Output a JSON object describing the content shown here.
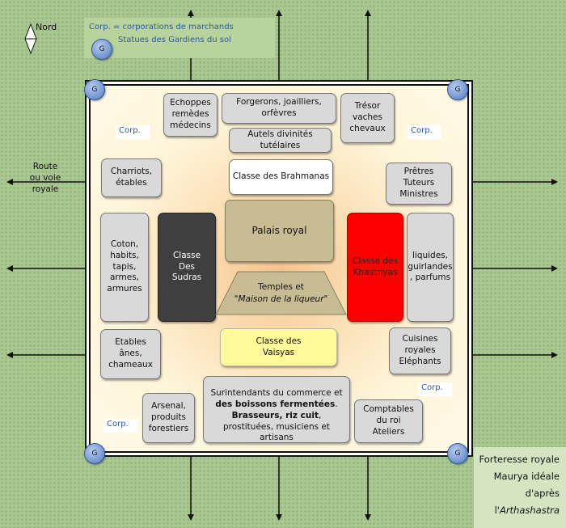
{
  "colors": {
    "background": "#a9c790",
    "fortress_fill": "#fff5da",
    "box_gray": "#d9d9d9",
    "sudras": "#3f3f3f",
    "khastriyas": "#ff0000",
    "palace": "#c8bc94",
    "vaisyas": "#fff99a",
    "guardian": "#6f92cf",
    "corp_text": "#2d5aa0"
  },
  "compass": {
    "label": "Nord",
    "icon": "north-arrow-icon"
  },
  "legend": {
    "corp_text": "Corp. = corporations de marchands",
    "guardian_badge": "G",
    "guardian_text": "Statues des Gardiens du sol"
  },
  "road_label": "Route\nou voie\nroyale",
  "guardians": [
    "G",
    "G",
    "G",
    "G"
  ],
  "corp_labels": [
    "Corp.",
    "Corp.",
    "Corp.",
    "Corp."
  ],
  "boxes": {
    "echoppes": "Echoppes\nremèdes\nmédecins",
    "forgerons": "Forgerons, joailliers,\norfèvres",
    "tresor": "Trésor\nvaches\nchevaux",
    "autels": "Autels divinités\ntutélaires",
    "charriots": "Charriots,\nétables",
    "brahmanas": "Classe des Brahmanas",
    "pretres": "Prêtres\nTuteurs\nMinistres",
    "coton": "Coton,\nhabits,\ntapis,\narmes,\narmures",
    "sudras": "Classe\nDes\nSudras",
    "palais": "Palais royal",
    "temples_line1": "Temples et",
    "temples_line2": "\"Maison de la liqueur\"",
    "khastriyas": "Classe des\nKhastriyas",
    "liquides": "liquides,\nguirlandes\n, parfums",
    "etables": "Etables ânes,\nchameaux",
    "vaisyas": "Classe des\nVaisyas",
    "cuisines": "Cuisines\nroyales\nEléphants",
    "arsenal": "Arsenal,\nproduits\nforestiers",
    "surintendants_part1": "Surintendants du commerce et ",
    "surintendants_bold1": "des boissons fermentées",
    "surintendants_part2": ". ",
    "surintendants_bold2": "Brasseurs, riz cuit",
    "surintendants_part3": ", prostituées, musiciens et artisans",
    "comptables": "Comptables\ndu roi\nAteliers"
  },
  "caption": {
    "line1": "Forteresse royale",
    "line2": "Maurya idéale",
    "line3": "d'après",
    "line4_prefix": "l'",
    "line4_italic": "Arthashastra"
  }
}
